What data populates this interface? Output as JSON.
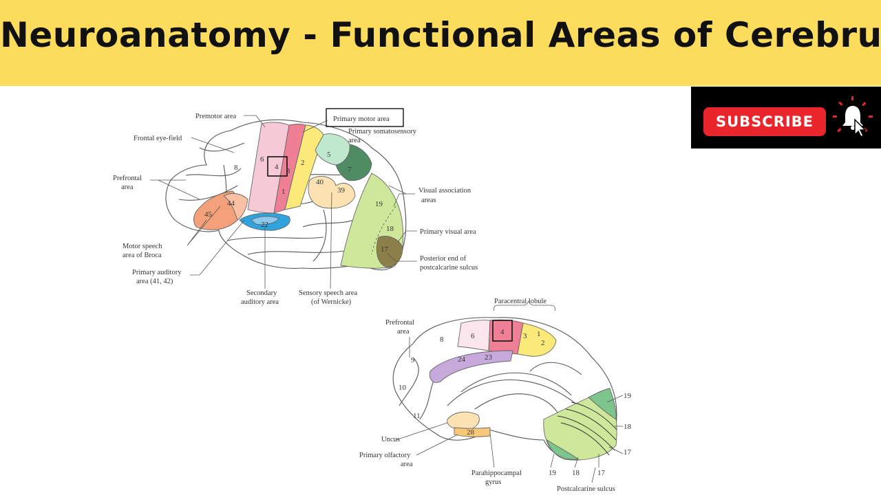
{
  "title": "Neuroanatomy - Functional Areas of Cerebrum",
  "subscribe": {
    "label": "SUBSCRIBE"
  },
  "lateral": {
    "labels": {
      "premotor": "Premotor area",
      "primary_motor": "Primary motor area",
      "somato_1": "Primary somatosensory",
      "somato_2": "area",
      "frontal_eye": "Frontal eye-field",
      "prefrontal_1": "Prefrontal",
      "prefrontal_2": "area",
      "visual_assoc_1": "Visual association",
      "visual_assoc_2": "areas",
      "primary_visual": "Primary visual area",
      "posterior_1": "Posterior end of",
      "posterior_2": "postcalcarine sulcus",
      "broca_1": "Motor speech",
      "broca_2": "area of Broca",
      "auditory_1": "Primary auditory",
      "auditory_2": "area (41, 42)",
      "secondary_aud_1": "Secondary",
      "secondary_aud_2": "auditory area",
      "wernicke_1": "Sensory speech area",
      "wernicke_2": "(of Wernicke)"
    },
    "numbers": {
      "n6": "6",
      "n4": "4",
      "n3": "3",
      "n2": "2",
      "n1": "1",
      "n5": "5",
      "n7": "7",
      "n8": "8",
      "n44": "44",
      "n45": "45",
      "n22": "22",
      "n40": "40",
      "n39": "39",
      "n19": "19",
      "n18": "18",
      "n17": "17"
    }
  },
  "medial": {
    "labels": {
      "paracentral": "Paracentral lobule",
      "prefrontal_1": "Prefrontal",
      "prefrontal_2": "area",
      "uncus": "Uncus",
      "olfactory_1": "Primary olfactory",
      "olfactory_2": "area",
      "parahippo_1": "Parahippocampal",
      "parahippo_2": "gyrus",
      "postcalcarine": "Postcalcarine sulcus"
    },
    "numbers": {
      "n6": "6",
      "n4": "4",
      "n3": "3",
      "n1": "1",
      "n2": "2",
      "n8": "8",
      "n9": "9",
      "n10": "10",
      "n11": "11",
      "n24": "24",
      "n23": "23",
      "n28": "28",
      "n19a": "19",
      "n18a": "18",
      "n17a": "17",
      "n19b": "19",
      "n18b": "18",
      "n17b": "17"
    }
  },
  "colors": {
    "title_bg": "#fcdc5c",
    "subscribe_red": "#e8262b",
    "premotor_pink": "#f6c9d6",
    "motor_red": "#ee7f95",
    "sensory_yellow": "#fbe97a",
    "area5_green": "#bfe8cf",
    "area7_green": "#4f8c63",
    "visual_green": "#cfe79a",
    "broca_orange": "#f4a07b",
    "auditory_blue": "#2ea3dc",
    "wernicke_peach": "#fde3b3",
    "cingulate_purple": "#c8a9dc",
    "olfactory_orange": "#f8c879",
    "striate_olive": "#8d7f4a"
  }
}
